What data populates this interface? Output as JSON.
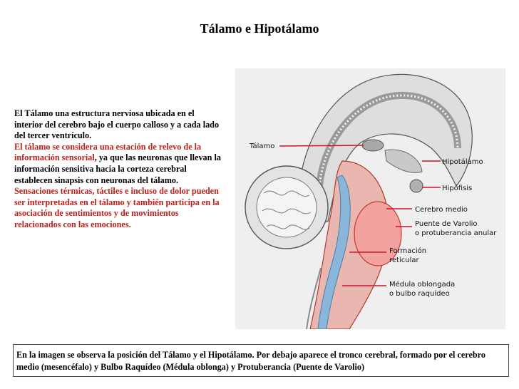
{
  "title": "Tálamo e Hipotálamo",
  "intro": {
    "p1": "El Tálamo una estructura nerviosa ubicada en el interior del cerebro bajo el cuerpo calloso y a cada lado del tercer ventrículo.",
    "p2_red": "El tálamo se considera una estación de relevo de la información sensorial",
    "p2_rest": ", ya que las neuronas que llevan  la información sensitiva hacia la corteza cerebral establecen sinapsis con neuronas del tálamo.",
    "p3_red": "Sensaciones térmicas, táctiles e incluso de dolor pueden ser interpretadas en el tálamo y también participa en la asociación de sentimientos y de movimientos relacionados con las emociones."
  },
  "figure": {
    "labels": {
      "talamo": "Tálamo",
      "hipotalamo": "Hipotálamo",
      "hipofisis": "Hipófisis",
      "cerebro_medio": "Cerebro medio",
      "puente_1": "Puente de Varolio",
      "puente_2": "o protuberancia anular",
      "formacion_1": "Formación",
      "formacion_2": "reticular",
      "medula_1": "Médula oblongada",
      "medula_2": "o bulbo raquídeo"
    },
    "colors": {
      "label_line": "#d0102a",
      "pons": "#f2a3a0",
      "pons_outline": "#c0392b",
      "canal": "#8ab7d9",
      "brain_gray": "#bfbfbf"
    }
  },
  "caption": "En la imagen se observa la posición del Tálamo y el Hipotálamo. Por debajo aparece el tronco cerebral, formado por el cerebro medio (mesencéfalo) y Bulbo Raquídeo (Médula oblonga) y Protuberancia (Puente de Varolio)"
}
